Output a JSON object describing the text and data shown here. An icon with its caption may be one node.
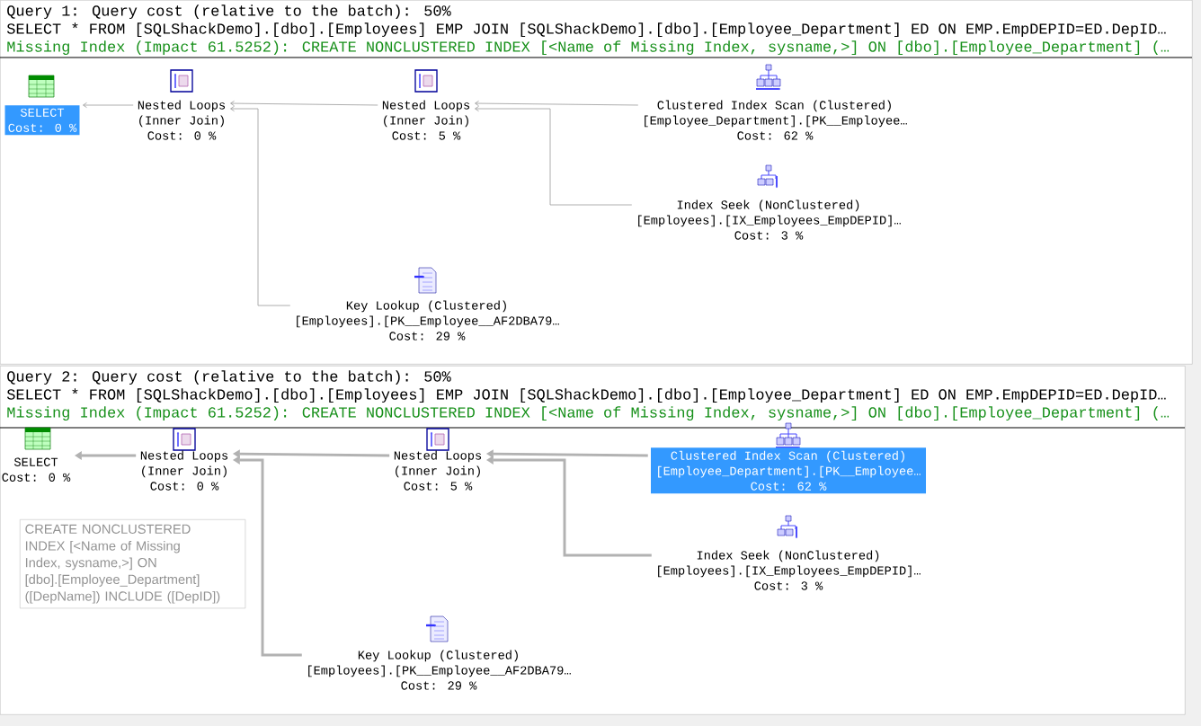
{
  "diagram": {
    "nodes": [
      {
        "text": [
          "Query 1: Query cost (relative to the batch): 50%",
          "SELECT * FROM [SQLShackDemo].[dbo].[Employees] EMP JOIN [SQLShackDemo].[dbo].[Employee_Department] ED ON EMP.EmpDEPID=ED.DepID…",
          "Missing Index (Impact 61.5252): CREATE NONCLUSTERED INDEX [<Name of Missing Index, sysname,>] ON [dbo].[Employee_Department] (…"
        ]
      },
      {
        "text": [
          "SELECT",
          "Cost: 0 %"
        ],
        "in": 0
      },
      {
        "text": [
          "Nested Loops",
          "(Inner Join)",
          "Cost: 0 %"
        ],
        "in": 0
      },
      {
        "text": [
          "Nested Loops",
          "(Inner Join)",
          "Cost: 5 %"
        ],
        "in": 0
      },
      {
        "text": [
          "Clustered Index Scan (Clustered)",
          "[Employee_Department].[PK__Employee…",
          "Cost: 62 %"
        ],
        "in": 0
      },
      {
        "text": [
          "Index Seek (NonClustered)",
          "[Employees].[IX_Employees_EmpDEPID]…",
          "Cost: 3 %"
        ],
        "in": 0
      },
      {
        "text": [
          "Key Lookup (Clustered)",
          "[Employees].[PK__Employee__AF2DBA79…",
          "Cost: 29 %"
        ],
        "in": 0
      },
      {
        "text": [
          "Query 2: Query cost (relative to the batch): 50%",
          "SELECT * FROM [SQLShackDemo].[dbo].[Employees] EMP JOIN [SQLShackDemo].[dbo].[Employee_Department] ED ON EMP.EmpDEPID=ED.DepID…",
          "Missing Index (Impact 61.5252): CREATE NONCLUSTERED INDEX [<Name of Missing Index, sysname,>] ON [dbo].[Employee_Department] (…"
        ]
      },
      {
        "text": [
          "SELECT",
          "Cost: 0 %"
        ],
        "in": 7
      },
      {
        "text": [
          "Nested Loops",
          "(Inner Join)",
          "Cost: 0 %"
        ],
        "in": 7
      },
      {
        "text": [
          "Nested Loops",
          "(Inner Join)",
          "Cost: 5 %"
        ],
        "in": 7
      },
      {
        "text": [
          "Clustered Index Scan (Clustered)",
          "[Employee_Department].[PK__Employee…",
          "Cost: 62 %"
        ],
        "in": 7
      },
      {
        "text": [
          "Index Seek (NonClustered)",
          "[Employees].[IX_Employees_EmpDEPID]…",
          "Cost: 3 %"
        ],
        "in": 7
      },
      {
        "text": [
          "Key Lookup (Clustered)",
          "[Employees].[PK__Employee__AF2DBA79…",
          "Cost: 29 %"
        ],
        "in": 7
      },
      {
        "text": [
          "CREATE NONCLUSTERED INDEX [<Name of Missing Index, sysname,>] ON [dbo].[Employee_Department] ([DepName]) INCLUDE ([DepID])"
        ],
        "in": 7
      }
    ],
    "edges": [
      {
        "from": 2,
        "to": 1,
        "arrow": "to"
      },
      {
        "from": 3,
        "to": 2,
        "arrow": "to"
      },
      {
        "from": 4,
        "to": 3,
        "arrow": "to"
      },
      {
        "from": 5,
        "to": 3,
        "arrow": "to"
      },
      {
        "from": 6,
        "to": 2,
        "arrow": "to"
      },
      {
        "from": 9,
        "to": 8,
        "arrow": "to",
        "style": "thick"
      },
      {
        "from": 10,
        "to": 9,
        "arrow": "to",
        "style": "thick"
      },
      {
        "from": 11,
        "to": 10,
        "arrow": "to",
        "style": "thick"
      },
      {
        "from": 12,
        "to": 10,
        "arrow": "to",
        "style": "thick"
      },
      {
        "from": 13,
        "to": 9,
        "arrow": "to",
        "style": "thick"
      }
    ]
  }
}
